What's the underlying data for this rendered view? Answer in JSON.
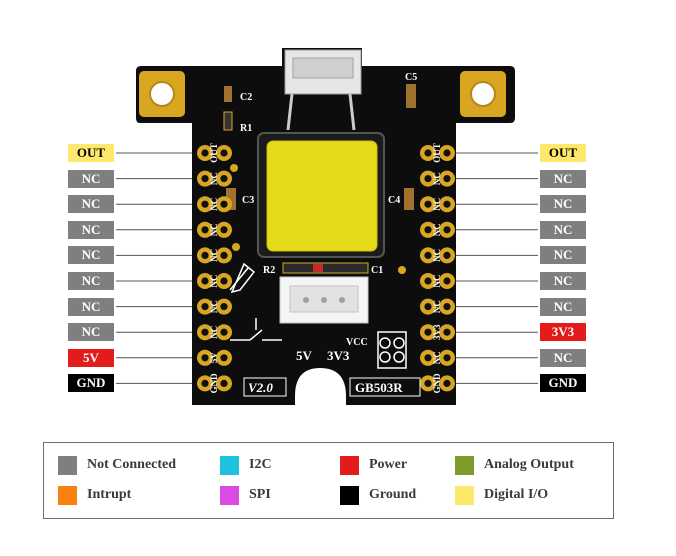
{
  "board": {
    "name": "GB503R",
    "version": "V2.0",
    "silk": {
      "c2": "C2",
      "r1": "R1",
      "c3": "C3",
      "c4": "C4",
      "c5": "C5",
      "r2": "R2",
      "c1": "C1",
      "vcc": "VCC",
      "v5": "5V",
      "v33": "3V3"
    },
    "left_silk": [
      "OUT",
      "NC",
      "NC",
      "NC",
      "NC",
      "NC",
      "NC",
      "NC",
      "5V",
      "GND"
    ],
    "right_silk": [
      "OUT",
      "NC",
      "NC",
      "NC",
      "NC",
      "NC",
      "NC",
      "3V3",
      "NC",
      "GND"
    ]
  },
  "pins": {
    "left": [
      {
        "label": "OUT",
        "type": "digital"
      },
      {
        "label": "NC",
        "type": "nc"
      },
      {
        "label": "NC",
        "type": "nc"
      },
      {
        "label": "NC",
        "type": "nc"
      },
      {
        "label": "NC",
        "type": "nc"
      },
      {
        "label": "NC",
        "type": "nc"
      },
      {
        "label": "NC",
        "type": "nc"
      },
      {
        "label": "NC",
        "type": "nc"
      },
      {
        "label": "5V",
        "type": "power"
      },
      {
        "label": "GND",
        "type": "ground"
      }
    ],
    "right": [
      {
        "label": "OUT",
        "type": "digital"
      },
      {
        "label": "NC",
        "type": "nc"
      },
      {
        "label": "NC",
        "type": "nc"
      },
      {
        "label": "NC",
        "type": "nc"
      },
      {
        "label": "NC",
        "type": "nc"
      },
      {
        "label": "NC",
        "type": "nc"
      },
      {
        "label": "NC",
        "type": "nc"
      },
      {
        "label": "3V3",
        "type": "power"
      },
      {
        "label": "NC",
        "type": "nc"
      },
      {
        "label": "GND",
        "type": "ground"
      }
    ]
  },
  "colors": {
    "nc": "#7f7f7f",
    "digital": "#fde76c",
    "power": "#e31b1b",
    "ground": "#000000",
    "i2c": "#1fc2de",
    "spi": "#d94be3",
    "interrupt": "#f7820f",
    "analog": "#7e9a2b"
  },
  "legend": [
    {
      "label": "Not Connected",
      "color": "#7f7f7f"
    },
    {
      "label": "I2C",
      "color": "#1fc2de"
    },
    {
      "label": "Power",
      "color": "#e31b1b"
    },
    {
      "label": "Analog Output",
      "color": "#7e9a2b"
    },
    {
      "label": "Intrupt",
      "color": "#f7820f"
    },
    {
      "label": "SPI",
      "color": "#d94be3"
    },
    {
      "label": "Ground",
      "color": "#000000"
    },
    {
      "label": "Digital I/O",
      "color": "#fde76c"
    }
  ]
}
